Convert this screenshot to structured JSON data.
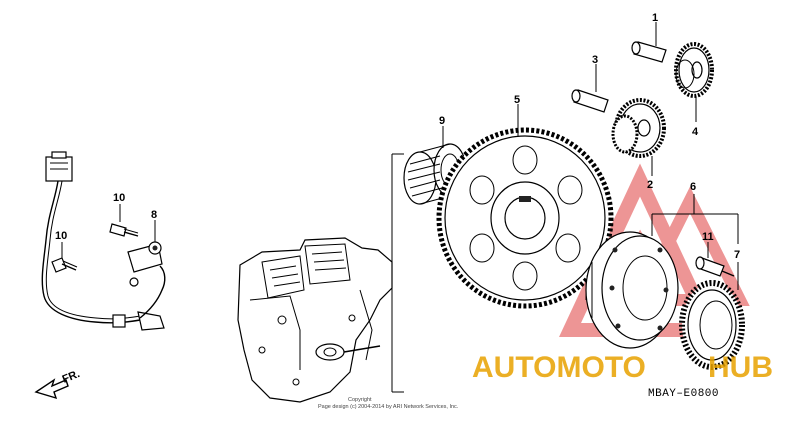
{
  "callouts": {
    "c1": "1",
    "c2": "2",
    "c3": "3",
    "c4": "4",
    "c5": "5",
    "c6": "6",
    "c7": "7",
    "c8": "8",
    "c9": "9",
    "c10a": "10",
    "c10b": "10",
    "c11": "11"
  },
  "direction_label": "FR.",
  "diagram_code": "MBAY–E0800",
  "copyright": {
    "line1": "Copyright",
    "line2": "Page design (c) 2004-2014 by ARI Network Services, Inc."
  },
  "watermark": {
    "text_part1": "AUTOMOTO",
    "text_part2": "HUB",
    "color_primary": "#e8a200",
    "color_secondary": "#e04040"
  }
}
